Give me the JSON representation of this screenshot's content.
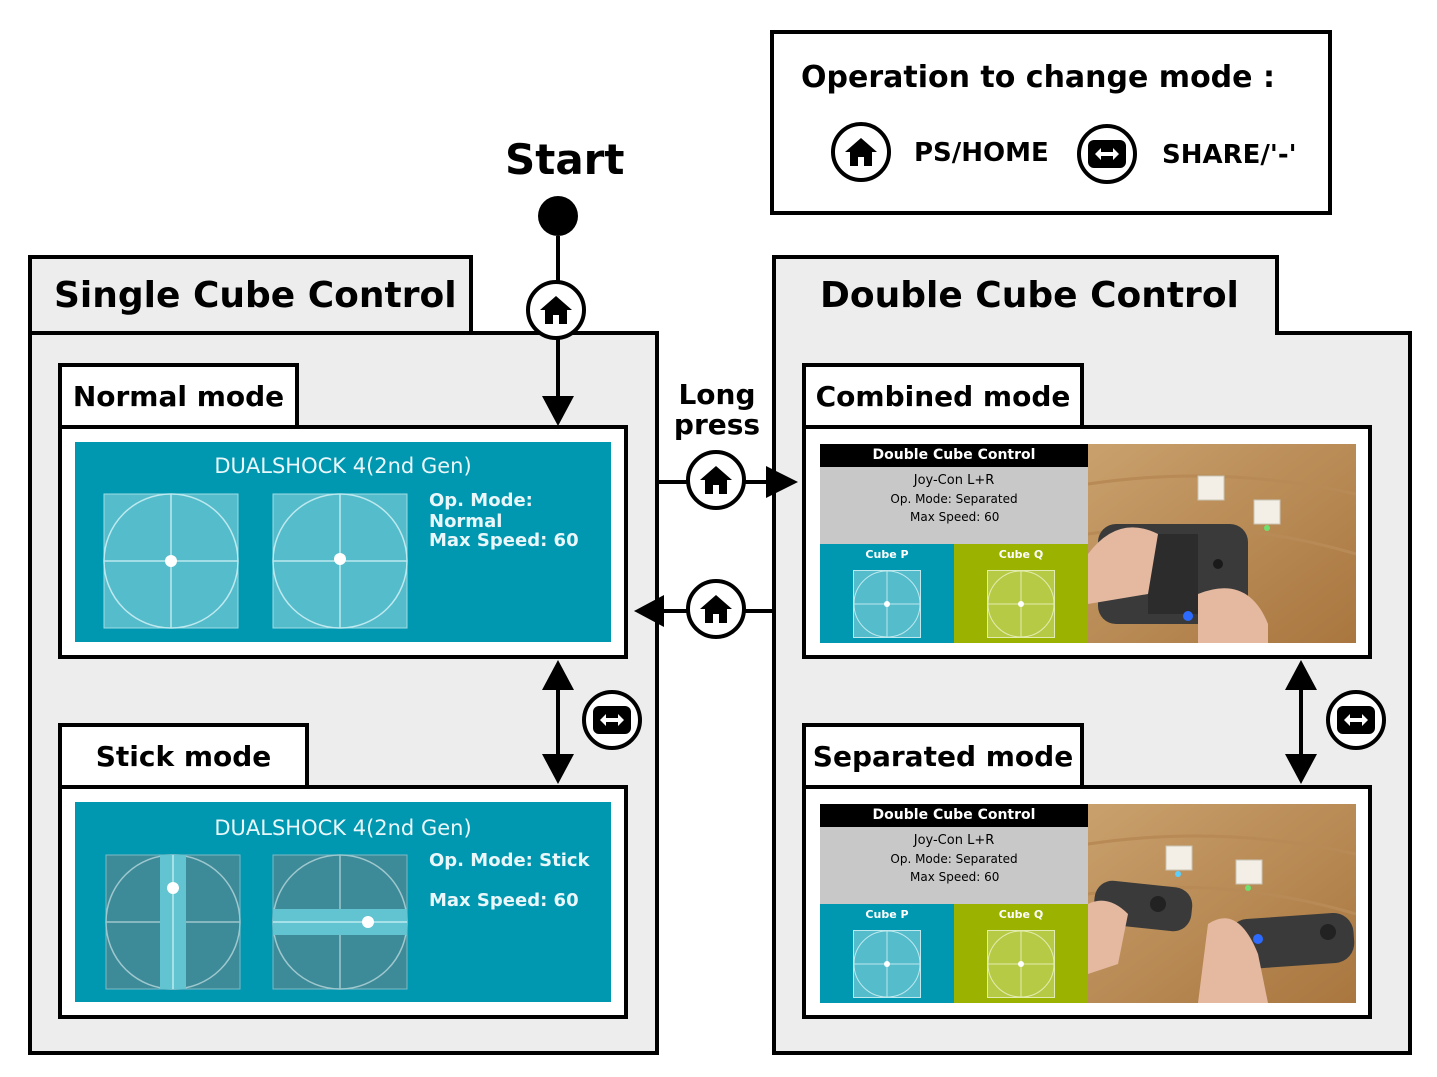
{
  "legend": {
    "title": "Operation to change mode :",
    "items": [
      {
        "icon": "home-icon",
        "label": "PS/HOME"
      },
      {
        "icon": "swap-icon",
        "label": "SHARE/'-'"
      }
    ]
  },
  "start_label": "Start",
  "long_press_label": "Long press",
  "single": {
    "title": "Single Cube Control",
    "normal": {
      "tab": "Normal mode",
      "screen_title": "DUALSHOCK 4(2nd Gen)",
      "op_mode": "Op. Mode: Normal",
      "max_speed": "Max Speed: 60"
    },
    "stick": {
      "tab": "Stick mode",
      "screen_title": "DUALSHOCK 4(2nd Gen)",
      "op_mode": "Op. Mode: Stick",
      "max_speed": "Max Speed: 60"
    }
  },
  "double": {
    "title": "Double Cube Control",
    "combined": {
      "tab": "Combined mode",
      "screen_title": "Double Cube Control",
      "controller": "Joy-Con L+R",
      "op_mode": "Op. Mode: Separated",
      "max_speed": "Max Speed: 60",
      "cube_p": "Cube P",
      "cube_q": "Cube Q"
    },
    "separated": {
      "tab": "Separated mode",
      "screen_title": "Double Cube Control",
      "controller": "Joy-Con L+R",
      "op_mode": "Op. Mode: Separated",
      "max_speed": "Max Speed: 60",
      "cube_p": "Cube P",
      "cube_q": "Cube Q"
    }
  },
  "colors": {
    "screen_teal": "#0098b0",
    "cube_q_green": "#9bb300",
    "panel_gray": "#ededed"
  }
}
